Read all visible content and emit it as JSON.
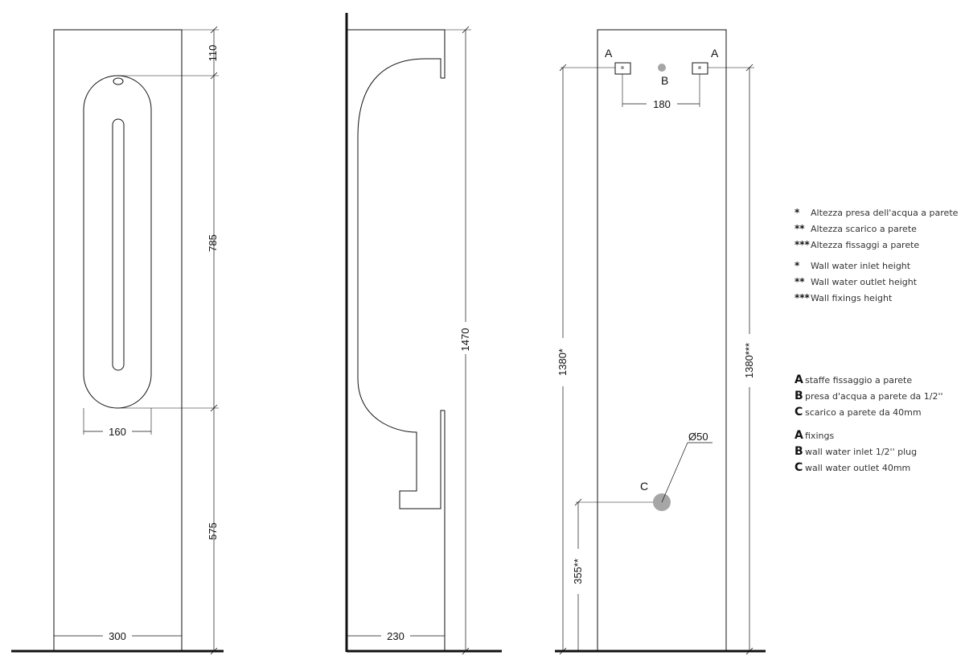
{
  "dimensions": {
    "front_top": "110",
    "front_mid": "785",
    "front_bottom": "575",
    "front_oval_width": "160",
    "front_width": "300",
    "side_height": "1470",
    "side_depth": "230",
    "rear_fix_spacing": "180",
    "rear_inlet_height": "1380*",
    "rear_fix_height": "1380***",
    "rear_outlet_height": "355**",
    "rear_outlet_diameter": "Ø50"
  },
  "point_labels": {
    "a_left": "A",
    "a_right": "A",
    "b": "B",
    "c": "C"
  },
  "legend_heights_it": [
    {
      "symbol": "*",
      "text": "Altezza presa dell'acqua a parete"
    },
    {
      "symbol": "**",
      "text": "Altezza scarico a parete"
    },
    {
      "symbol": "***",
      "text": "Altezza fissaggi a parete"
    }
  ],
  "legend_heights_en": [
    {
      "symbol": "*",
      "text": "Wall water inlet height"
    },
    {
      "symbol": "**",
      "text": "Wall water outlet height"
    },
    {
      "symbol": "***",
      "text": "Wall fixings height"
    }
  ],
  "legend_points_it": [
    {
      "letter": "A",
      "text": "staffe fissaggio a parete"
    },
    {
      "letter": "B",
      "text": "presa d'acqua a parete da 1/2''"
    },
    {
      "letter": "C",
      "text": "scarico a parete da 40mm"
    }
  ],
  "legend_points_en": [
    {
      "letter": "A",
      "text": "fixings"
    },
    {
      "letter": "B",
      "text": "wall water inlet 1/2'' plug"
    },
    {
      "letter": "C",
      "text": "wall water outlet 40mm"
    }
  ],
  "colors": {
    "line": "#111111",
    "fill_mark": "#a6a6a6"
  }
}
